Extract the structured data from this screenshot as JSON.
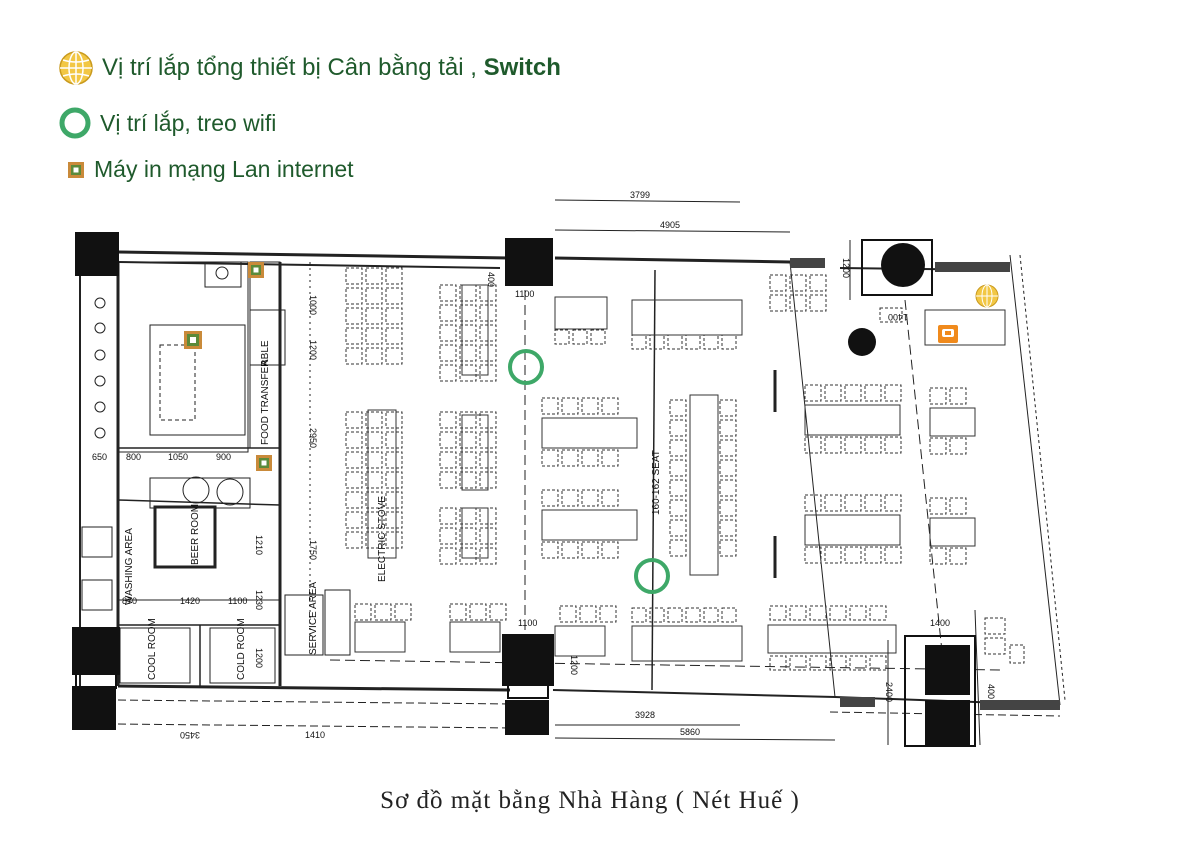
{
  "legend": {
    "switch_label_prefix": "Vị trí lắp tổng thiết bị Cân bằng tải , ",
    "switch_label_bold": "Switch",
    "wifi_label": "Vị trí lắp, treo wifi",
    "printer_label": "Máy in mạng Lan internet"
  },
  "colors": {
    "legend_text": "#1f5a2c",
    "wifi_ring": "#3ea868",
    "printer_square": "#5b8a3a",
    "globe": "#f2c744",
    "phone": "#f08a1c"
  },
  "icons": [
    "globe-icon",
    "wifi-ring-icon",
    "printer-square-icon",
    "phone-icon"
  ],
  "dimensions": {
    "top_inner": "3799",
    "top_outer": "4905",
    "bottom_inner": "3928",
    "bottom_outer": "5860",
    "bottom_left_a": "3450",
    "bottom_left_b": "1410",
    "left_1000": "1000",
    "left_1200": "1200",
    "left_2950": "2950",
    "left_1750": "1750",
    "col_400": "400",
    "col_1100_top": "1100",
    "col_1100_bottom": "1100",
    "col_1200_bottom": "1200",
    "right_1200": "1200",
    "right_1400": "1400",
    "right_1400_b": "1400",
    "right_2400": "2400",
    "right_400": "400",
    "kitchen_650": "650",
    "kitchen_800": "800",
    "kitchen_1050": "1050",
    "kitchen_900": "900",
    "kitchen_870": "870",
    "kitchen_1420": "1420",
    "kitchen_1100": "1100",
    "kitchen_1230": "1230",
    "kitchen_1210": "1210",
    "kitchen_1200": "1200"
  },
  "rooms": {
    "food_transfer": "FOOD TRANSFER",
    "table": "ABLE",
    "electric_stove": "ELECTRIC STOVE",
    "washing_area": "WASHING AREA",
    "beer_room": "BEER ROOM",
    "service_area": "SERVICE AREA",
    "cool_room": "COOL ROOM",
    "cold_room": "COLD ROOM",
    "seat": "160-162 SEAT"
  },
  "caption": "Sơ đồ mặt bằng Nhà Hàng ( Nét Huế )"
}
